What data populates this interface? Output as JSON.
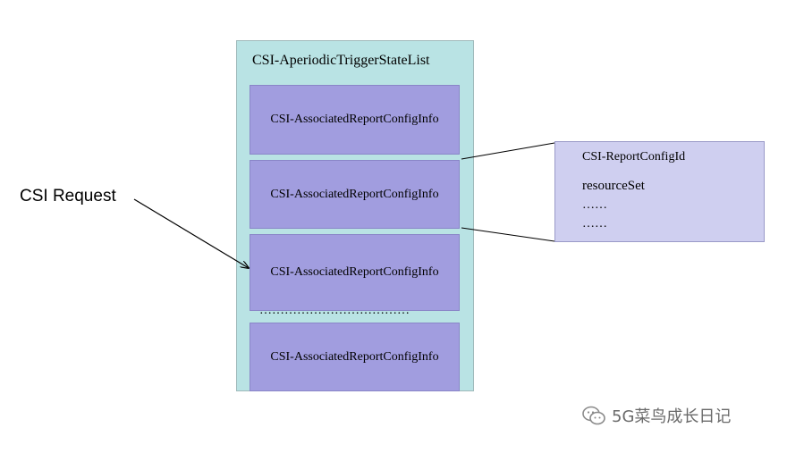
{
  "container": {
    "title": "CSI-AperiodicTriggerStateList"
  },
  "report_items": [
    {
      "label": "CSI-AssociatedReportConfigInfo"
    },
    {
      "label": "CSI-AssociatedReportConfigInfo"
    },
    {
      "label": "CSI-AssociatedReportConfigInfo"
    },
    {
      "label": "CSI-AssociatedReportConfigInfo"
    }
  ],
  "ellipsis_row": "………………………………",
  "detail": {
    "lines": [
      "CSI-ReportConfigId",
      "resourceSet",
      "……",
      "……"
    ]
  },
  "request": {
    "label": "CSI Request"
  },
  "watermark": {
    "text": "5G菜鸟成长日记"
  }
}
